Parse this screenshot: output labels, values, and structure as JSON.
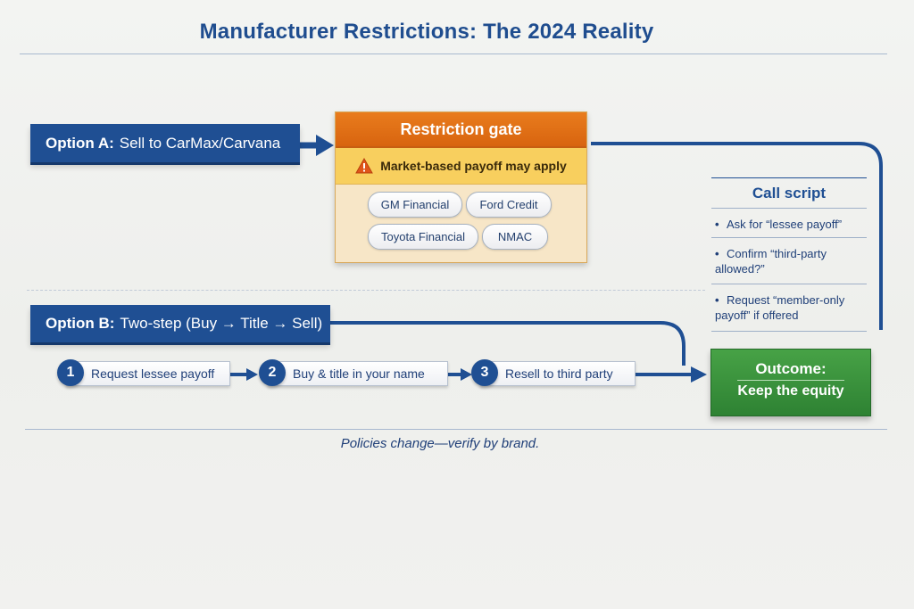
{
  "title": "Manufacturer Restrictions: The 2024 Reality",
  "option_a": {
    "label": "Option A:",
    "text": "Sell to CarMax/Carvana"
  },
  "gate": {
    "header": "Restriction gate",
    "warning": "Market-based payoff may apply",
    "lenders": [
      "GM Financial",
      "Ford Credit",
      "Toyota Financial",
      "NMAC"
    ]
  },
  "option_b": {
    "label": "Option B:",
    "text": "Two-step (Buy → Title → Sell)"
  },
  "steps": [
    {
      "number": "1",
      "label": "Request lessee payoff"
    },
    {
      "number": "2",
      "label": "Buy & title in your name"
    },
    {
      "number": "3",
      "label": "Resell to third party"
    }
  ],
  "call_script": {
    "title": "Call script",
    "items": [
      "Ask for “lessee payoff”",
      "Confirm “third-party allowed?”",
      "Request “member-only payoff” if offered"
    ]
  },
  "outcome": {
    "title": "Outcome:",
    "subtitle": "Keep the equity"
  },
  "footer": "Policies change—verify by brand.",
  "colors": {
    "navy": "#1f4f93",
    "orange": "#e2701a",
    "warning_yellow": "#f8cf5e",
    "green": "#3a9540"
  },
  "icons": {
    "warning": "warning-triangle-icon"
  }
}
